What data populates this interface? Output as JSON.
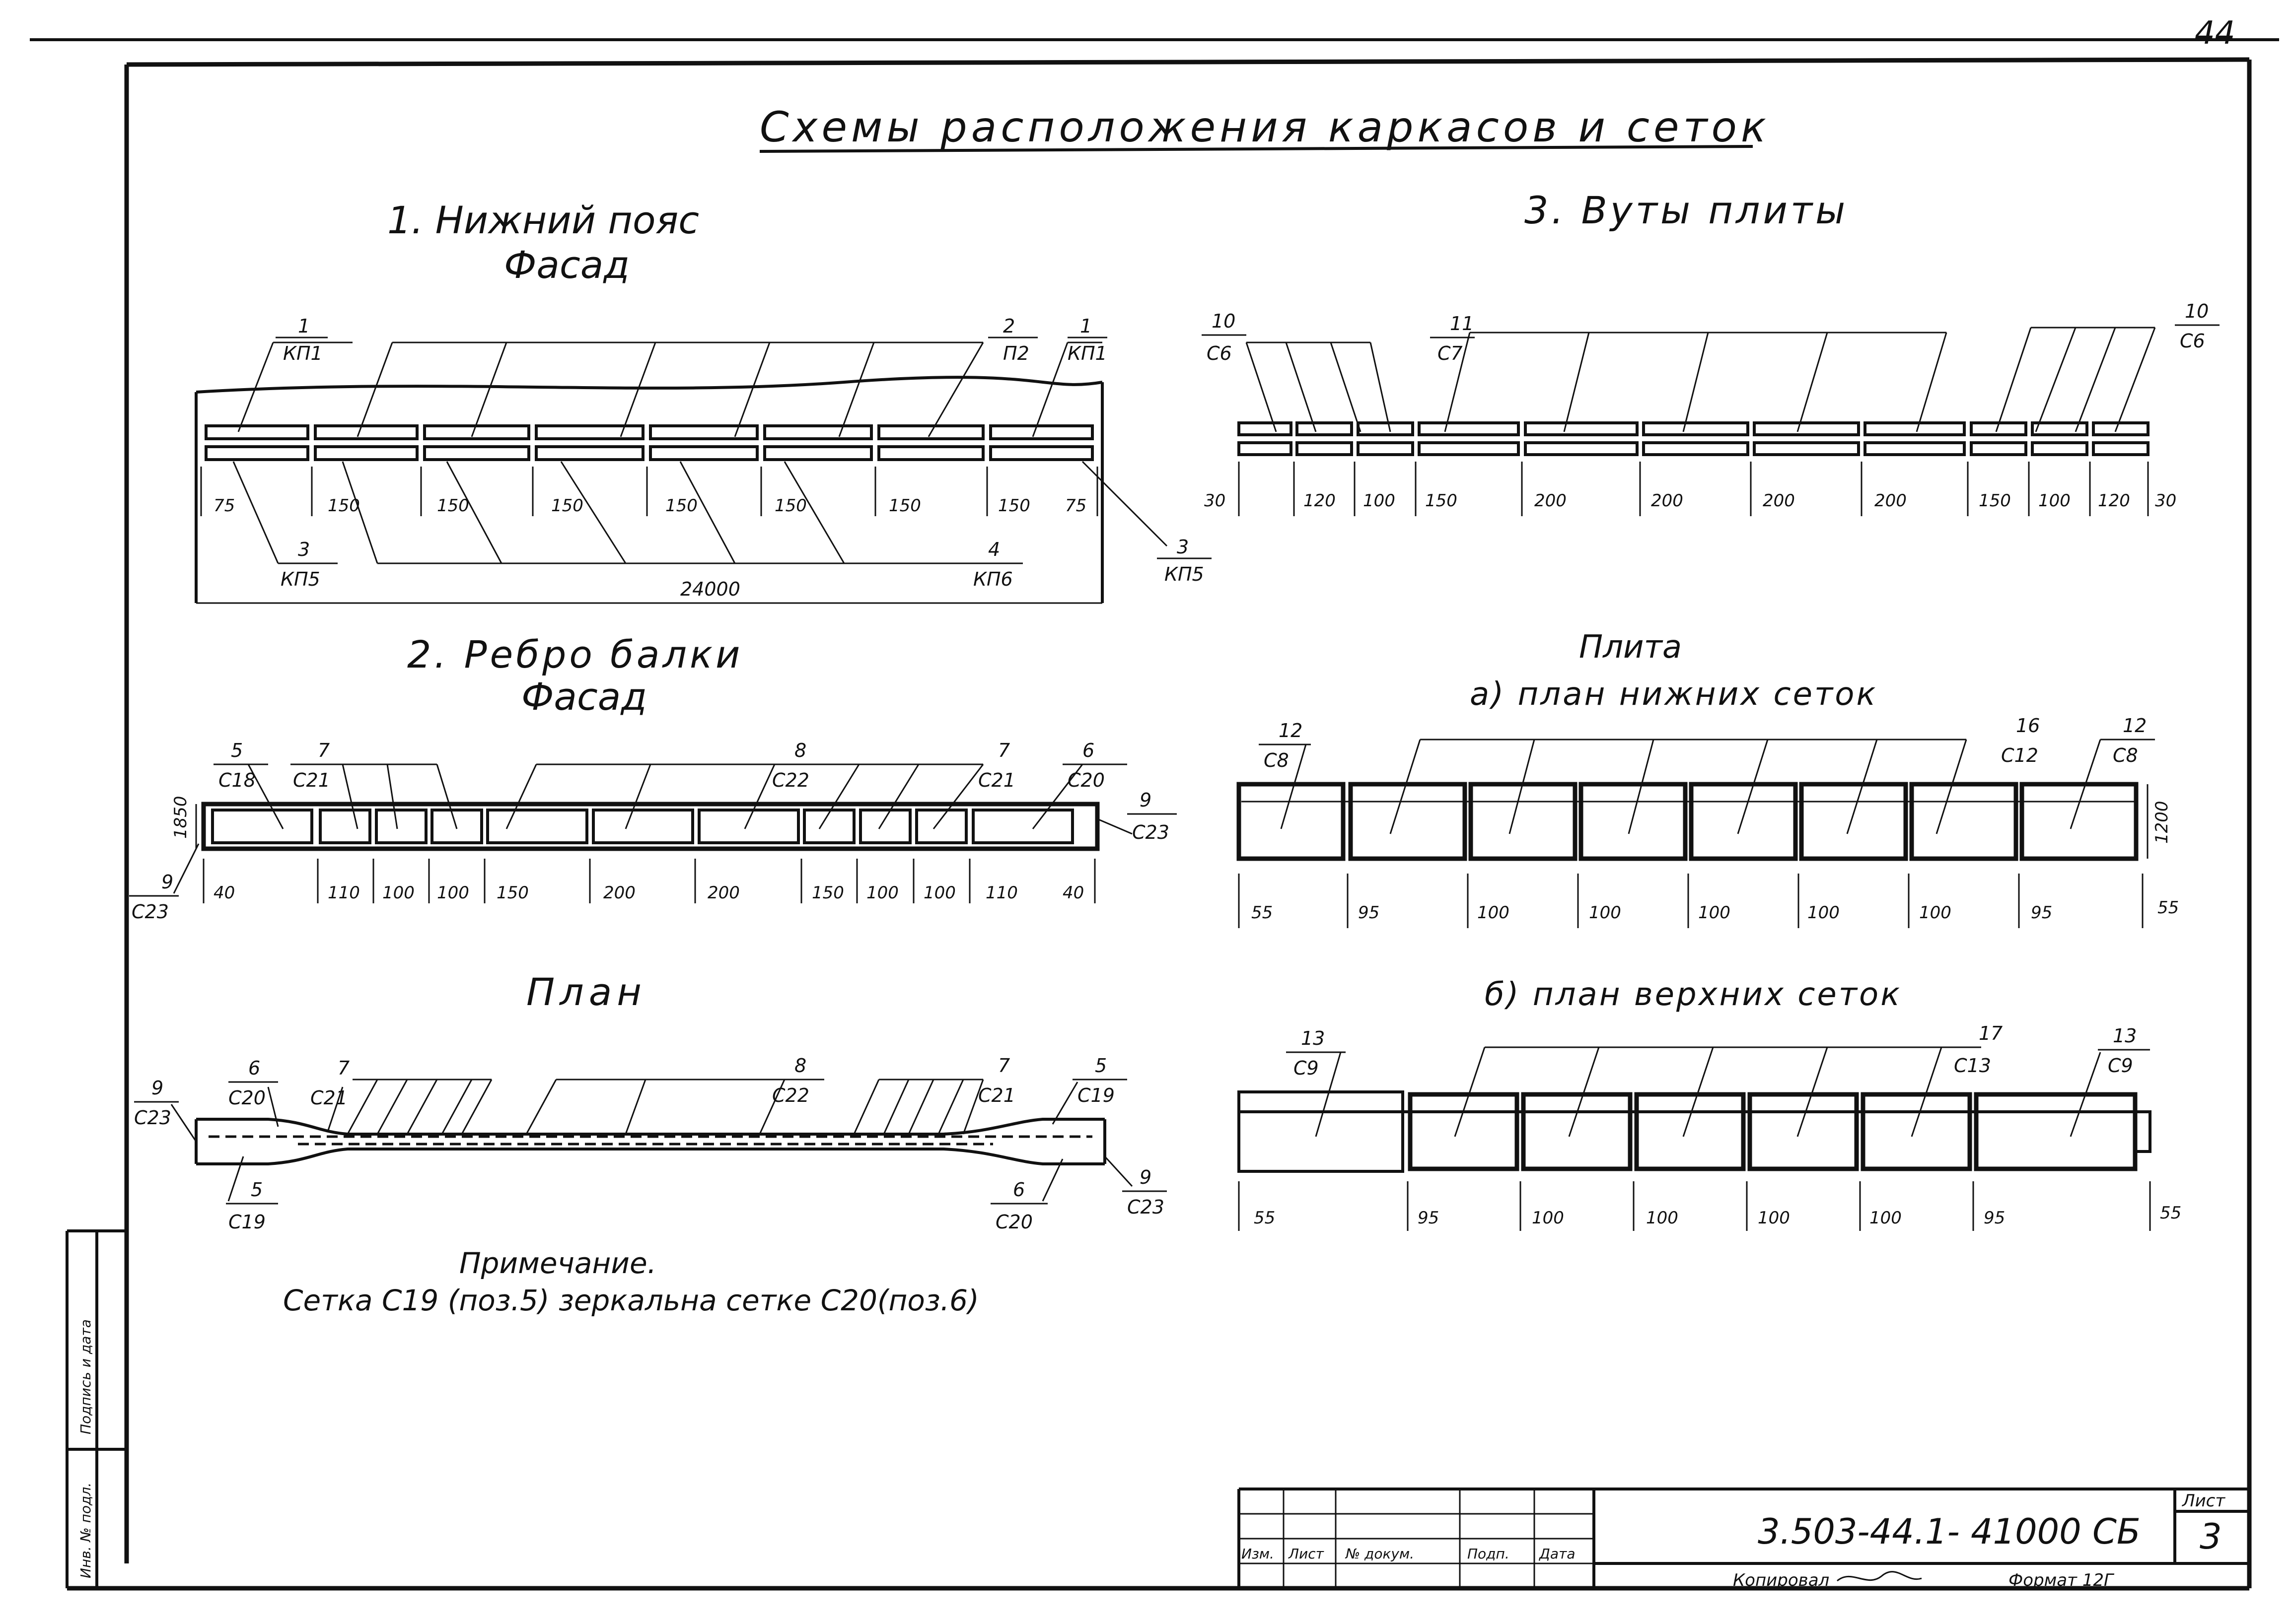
{
  "page_number": "44",
  "title": "Схемы расположения каркасов и сеток",
  "section1": {
    "heading": "1. Нижний пояс",
    "subheading": "Фасад",
    "labels": {
      "l1_num": "1",
      "l1_name": "КП1",
      "l2_num": "2",
      "l2_name": "П2",
      "l3_num": "1",
      "l3_name": "КП1",
      "b1_num": "3",
      "b1_name": "КП5",
      "b2_num": "4",
      "b2_name": "КП6",
      "b3_num": "3",
      "b3_name": "КП5"
    },
    "dims": [
      "75",
      "150",
      "150",
      "150",
      "150",
      "150",
      "150",
      "150",
      "75"
    ],
    "total": "24000"
  },
  "section2": {
    "heading": "2. Ребро балки",
    "subheading": "Фасад",
    "height_dim": "1850",
    "labels": {
      "a_num": "5",
      "a_name": "С18",
      "b_num": "7",
      "b_name": "С21",
      "c_num": "8",
      "c_name": "С22",
      "d_num": "7",
      "d_name": "С21",
      "e_num": "6",
      "e_name": "С20",
      "f_num": "9",
      "f_name": "С23",
      "g_num": "9",
      "g_name": "С23"
    },
    "dims": [
      "40",
      "110",
      "100",
      "100",
      "150",
      "200",
      "200",
      "150",
      "100",
      "100",
      "110",
      "40"
    ]
  },
  "plan": {
    "heading": "План",
    "labels": {
      "a_num": "9",
      "a_name": "С23",
      "b_num": "6",
      "b_name": "С20",
      "c_num": "7",
      "c_name": "С21",
      "d_num": "8",
      "d_name": "С22",
      "e_num": "7",
      "e_name": "С21",
      "f_num": "5",
      "f_name": "С19",
      "g_num": "5",
      "g_name": "С19",
      "h_num": "6",
      "h_name": "С20",
      "i_num": "9",
      "i_name": "С23"
    }
  },
  "note": {
    "heading": "Примечание.",
    "text": "Сетка С19 (поз.5) зеркальна сетке С20(поз.6)"
  },
  "section3": {
    "heading": "3. Вуты плиты",
    "labels": {
      "a_num": "10",
      "a_name": "С6",
      "b_num": "11",
      "b_name": "С7",
      "c_num": "10",
      "c_name": "С6"
    },
    "dims": [
      "30",
      "120",
      "100",
      "150",
      "200",
      "200",
      "200",
      "200",
      "150",
      "100",
      "120",
      "30"
    ]
  },
  "plate": {
    "heading": "Плита",
    "lower_heading": "а) план нижних сеток",
    "lower_labels": {
      "a_num": "12",
      "a_name": "С8",
      "b_num": "16",
      "b_name": "С12",
      "c_num": "12",
      "c_name": "С8"
    },
    "lower_height": "1200",
    "lower_dims": [
      "55",
      "95",
      "100",
      "100",
      "100",
      "100",
      "100",
      "95",
      "55"
    ],
    "upper_heading": "б) план верхних сеток",
    "upper_labels": {
      "a_num": "13",
      "a_name": "С9",
      "b_num": "17",
      "b_name": "С13",
      "c_num": "13",
      "c_name": "С9"
    },
    "upper_dims": [
      "55",
      "95",
      "100",
      "100",
      "100",
      "100",
      "95",
      "55"
    ]
  },
  "title_block": {
    "col_labels": [
      "Изм.",
      "Лист",
      "№ докум.",
      "Подп.",
      "Дата"
    ],
    "designation": "3.503-44.1- 41000 СБ",
    "sheet_label": "Лист",
    "sheet_number": "3",
    "copied_by": "Копировал",
    "format_label": "Формат 12Г"
  },
  "side_stamp": {
    "inv_label": "Инв. № подл.",
    "sign_label": "Подпись и дата"
  }
}
